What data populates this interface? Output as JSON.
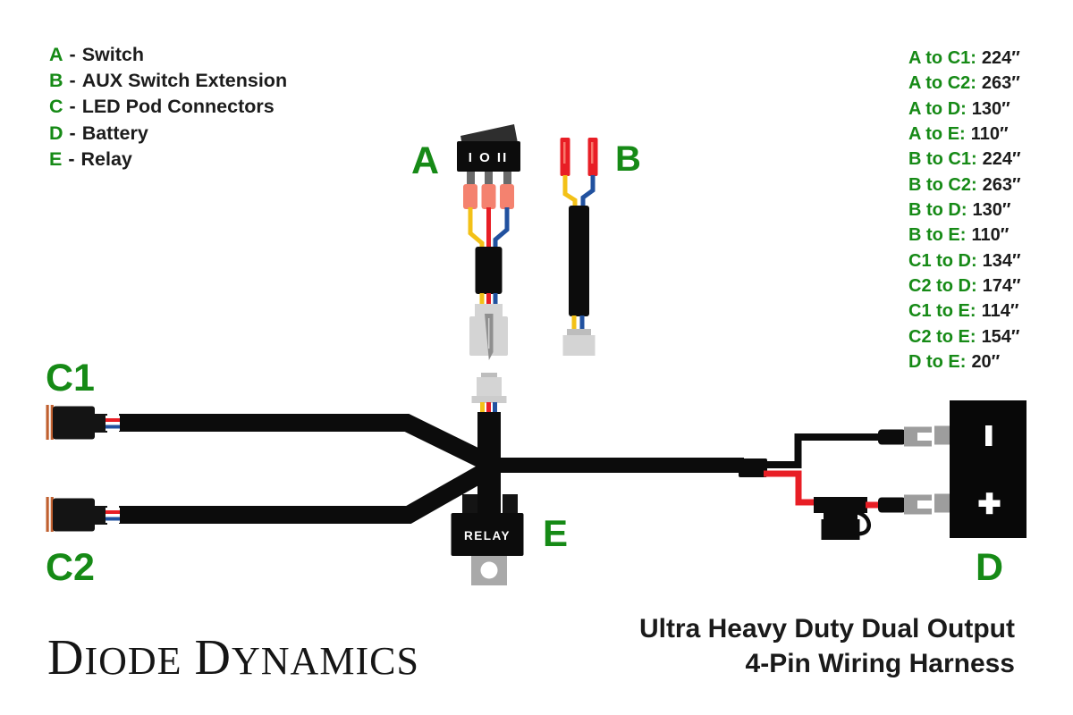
{
  "colors": {
    "accent_green": "#168a16",
    "text_black": "#1c1c1c",
    "wire_yellow": "#f3c117",
    "wire_red": "#e81e25",
    "wire_blue": "#21519f",
    "crimp_salmon": "#f4826f",
    "connector_gray": "#d4d4d4",
    "metal_gray": "#9d9d9d",
    "harness_black": "#0c0c0c"
  },
  "legend": {
    "separator": "-",
    "items": [
      {
        "key": "A",
        "label": "Switch"
      },
      {
        "key": "B",
        "label": "AUX Switch Extension"
      },
      {
        "key": "C",
        "label": "LED Pod Connectors"
      },
      {
        "key": "D",
        "label": "Battery"
      },
      {
        "key": "E",
        "label": "Relay"
      }
    ]
  },
  "measurements": {
    "items": [
      {
        "pair": "A to C1:",
        "value": "224″"
      },
      {
        "pair": "A to C2:",
        "value": "263″"
      },
      {
        "pair": "A to D:",
        "value": "130″"
      },
      {
        "pair": "A to E:",
        "value": "110″"
      },
      {
        "pair": "B to C1:",
        "value": "224″"
      },
      {
        "pair": "B to C2:",
        "value": "263″"
      },
      {
        "pair": "B to D:",
        "value": "130″"
      },
      {
        "pair": "B to E:",
        "value": "110″"
      },
      {
        "pair": "C1 to D:",
        "value": "134″"
      },
      {
        "pair": "C2 to D:",
        "value": "174″"
      },
      {
        "pair": "C1 to E:",
        "value": "114″"
      },
      {
        "pair": "C2 to E:",
        "value": "154″"
      },
      {
        "pair": "D to E:",
        "value": "20″"
      }
    ]
  },
  "diagram": {
    "switch_label": "A",
    "aux_label": "B",
    "pod1_label": "C1",
    "pod2_label": "C2",
    "battery_label": "D",
    "relay_label": "E",
    "switch_positions": "I O II",
    "relay_text": "RELAY"
  },
  "footer": {
    "brand_d1": "D",
    "brand_rest1": "IODE",
    "brand_d2": "D",
    "brand_rest2": "YNAMICS",
    "title_line1": "Ultra Heavy Duty Dual Output",
    "title_line2": "4-Pin Wiring Harness"
  }
}
